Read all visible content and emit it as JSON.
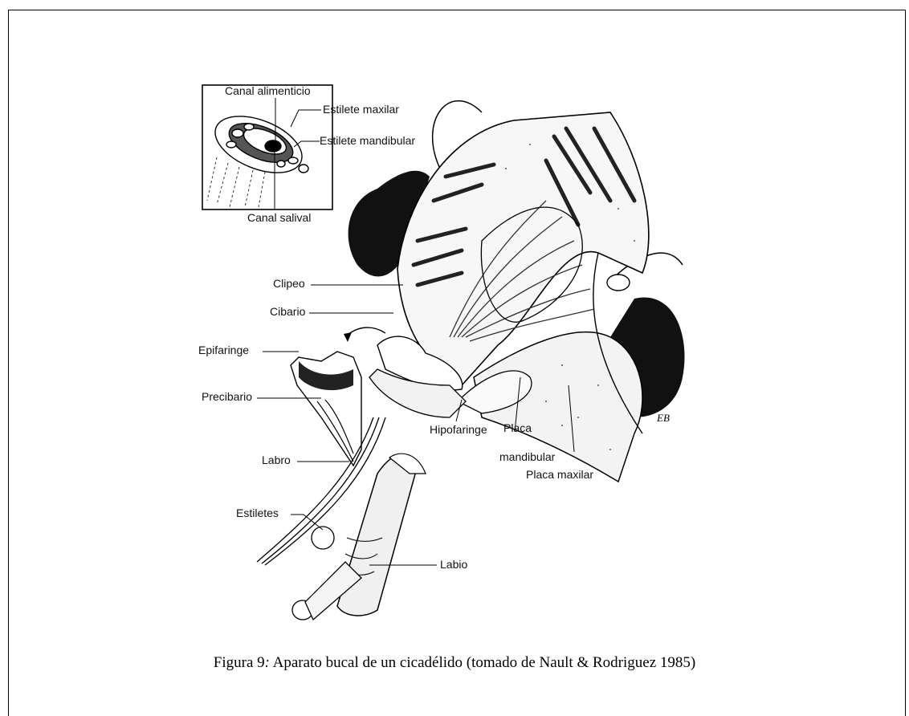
{
  "figure": {
    "labels": {
      "inset_canal_alimenticio": "Canal alimenticio",
      "inset_estilete_maxilar": "Estilete maxilar",
      "inset_estilete_mandibular": "Estilete mandibular",
      "inset_canal_salival": "Canal salival",
      "clipeo": "Clipeo",
      "cibario": "Cibario",
      "epifaringe": "Epifaringe",
      "precibario": "Precibario",
      "labro": "Labro",
      "estiletes": "Estiletes",
      "labio": "Labio",
      "hipofaringe": "Hipofaringe",
      "placa_mandibular_1": "Placa",
      "placa_mandibular_2": "mandibular",
      "placa_maxilar": "Placa maxilar",
      "signature": "EB"
    }
  },
  "caption": {
    "prefix": "Figura 9",
    "sep": ":",
    "text": " Aparato bucal de un cicadélido (tomado de Nault & Rodriguez 1985)"
  }
}
